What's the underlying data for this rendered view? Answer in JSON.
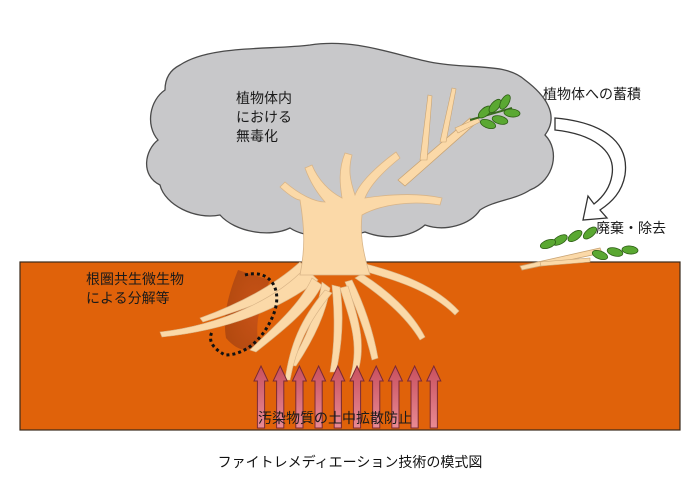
{
  "labels": {
    "detox_in_plant": [
      "植物体内",
      "における",
      "無毒化"
    ],
    "accumulation": "植物体への蓄積",
    "disposal": "廃棄・除去",
    "rhizosphere": [
      "根圏共生微生物",
      "による分解等"
    ],
    "diffusion_prevention": "汚染物質の土中拡散防止"
  },
  "caption": "ファイトレメディエーション技術の模式図",
  "colors": {
    "soil": "#e0620a",
    "canopy": "#c8c8ca",
    "trunk": "#fbd9a8",
    "arrow_fill": "#b94a5a",
    "leaf": "#5aa832"
  },
  "icons": [
    "tree-icon",
    "leaf-branch-icon",
    "curved-arrow-icon",
    "up-arrow-icon"
  ]
}
